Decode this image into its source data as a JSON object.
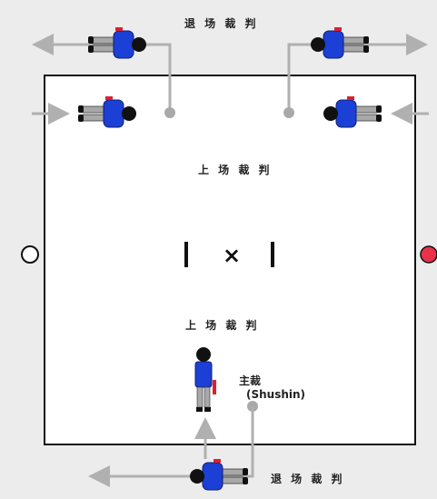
{
  "labels": {
    "top_exit": "退 场 裁 判",
    "upper_enter": "上 场 裁 判",
    "lower_enter": "上 场 裁 判",
    "chief_title": "主裁",
    "chief_sub": "(Shushin)",
    "bottom_exit": "退 场 裁 判"
  },
  "colors": {
    "background": "#ececec",
    "court_fill": "#ffffff",
    "court_border": "#111111",
    "arrow": "#b0b0b0",
    "referee_shirt": "#1c3fd6",
    "referee_trousers": "#a8a8a8",
    "flag_red": "#e01e2e",
    "start_marker_red": "#e8324a",
    "start_marker_white": "#ffffff"
  },
  "icons": {
    "center_mark": "×",
    "start_lines": "vertical-bars",
    "corner_marker": "gray-dot"
  }
}
